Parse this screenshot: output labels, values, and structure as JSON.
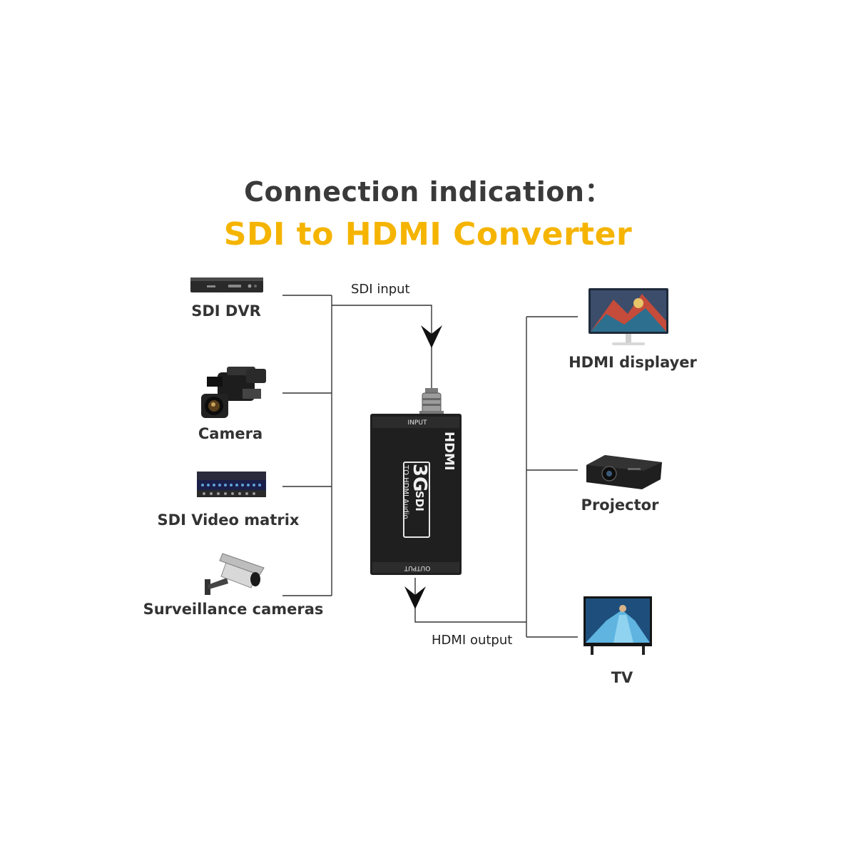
{
  "title": "Connection indication：",
  "subtitle": "SDI to HDMI Converter",
  "colors": {
    "title": "#3a3a3a",
    "subtitle": "#f5b400",
    "line": "#333333"
  },
  "sources": [
    {
      "label": "SDI DVR",
      "icon": "dvr-icon"
    },
    {
      "label": "Camera",
      "icon": "camcorder-icon"
    },
    {
      "label": "SDI Video matrix",
      "icon": "video-matrix-icon"
    },
    {
      "label": "Surveillance cameras",
      "icon": "cctv-camera-icon"
    }
  ],
  "outputs": [
    {
      "label": "HDMI displayer",
      "icon": "monitor-icon"
    },
    {
      "label": "Projector",
      "icon": "projector-icon"
    },
    {
      "label": "TV",
      "icon": "tv-icon"
    }
  ],
  "wires": {
    "input_label": "SDI input",
    "output_label": "HDMI output"
  },
  "device": {
    "name": "3G SDI to HDMI converter",
    "brand": "HDMI",
    "model_big": "3G",
    "model_small": "SDI",
    "subtext": "TO HDMI Audio",
    "input_port": "INPUT",
    "output_port": "OUTPUT"
  }
}
